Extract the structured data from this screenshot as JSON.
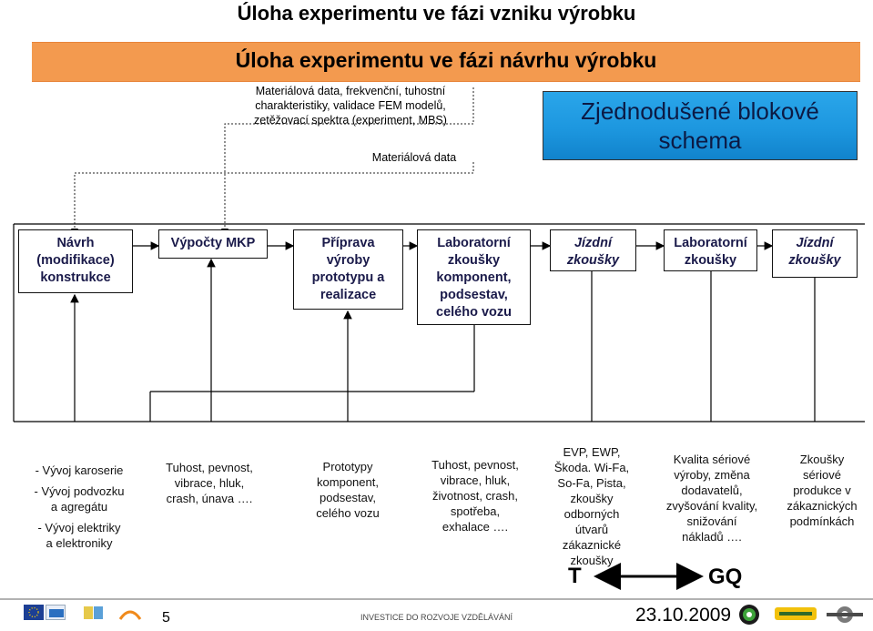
{
  "header": {
    "title": "Úloha experimentu ve fázi vzniku výrobku",
    "banner": "Úloha experimentu ve fázi návrhu výrobku"
  },
  "inputs": {
    "material_info": [
      "Materiálová data, frekvenční, tuhostní",
      "charakteristiky, validace FEM modelů,",
      "zetěžovací spektra (experiment, MBS)"
    ],
    "material_data": "Materiálová data"
  },
  "blue_box": {
    "lines": [
      "Zjednodušené blokové",
      "schema"
    ]
  },
  "steps": [
    {
      "lines": [
        "Návrh",
        "(modifikace)",
        "konstrukce"
      ]
    },
    {
      "lines": [
        "Výpočty MKP"
      ]
    },
    {
      "lines": [
        "Příprava",
        "výroby",
        "prototypu a",
        "realizace"
      ]
    },
    {
      "lines": [
        "Laboratorní",
        "zkoušky",
        "komponent,",
        "podsestav,",
        "celého vozu"
      ]
    },
    {
      "lines": [
        "Jízdní",
        "zkoušky"
      ]
    },
    {
      "lines": [
        "Laboratorní",
        "zkoušky"
      ]
    },
    {
      "lines": [
        "Jízdní",
        "zkoušky"
      ]
    }
  ],
  "descriptions": [
    {
      "lines": [
        "- Vývoj karoserie",
        "",
        "- Vývoj podvozku",
        "a agregátu",
        "",
        "- Vývoj elektriky",
        "a elektroniky"
      ]
    },
    {
      "lines": [
        "Tuhost, pevnost,",
        "vibrace, hluk,",
        "crash, únava …."
      ]
    },
    {
      "lines": [
        "Prototypy",
        "komponent,",
        "podsestav,",
        "celého vozu"
      ]
    },
    {
      "lines": [
        "Tuhost, pevnost,",
        "vibrace, hluk,",
        "životnost, crash,",
        "spotřeba,",
        "exhalace …."
      ]
    },
    {
      "lines": [
        "EVP, EWP,",
        "Škoda. Wi-Fa,",
        "So-Fa, Pista,",
        "zkoušky",
        "odborných",
        "útvarů",
        "zákaznické",
        "zkoušky"
      ]
    },
    {
      "lines": [
        "Kvalita sériové",
        "výroby, změna",
        "dodavatelů,",
        "zvyšování kvality,",
        "snižování",
        "nákladů …."
      ]
    },
    {
      "lines": [
        "Zkoušky",
        "sériové",
        "produkce v",
        "zákaznických",
        "podmínkách"
      ]
    }
  ],
  "markers": {
    "left": "T",
    "right": "GQ"
  },
  "footer": {
    "page": "5",
    "program": "INVESTICE DO ROZVOJE VZDĚLÁVÁNÍ",
    "date": "23.10.2009"
  },
  "colors": {
    "banner": "#f39a4f",
    "blue_box": "#1d97df",
    "step_text": "#1a1a4a"
  }
}
